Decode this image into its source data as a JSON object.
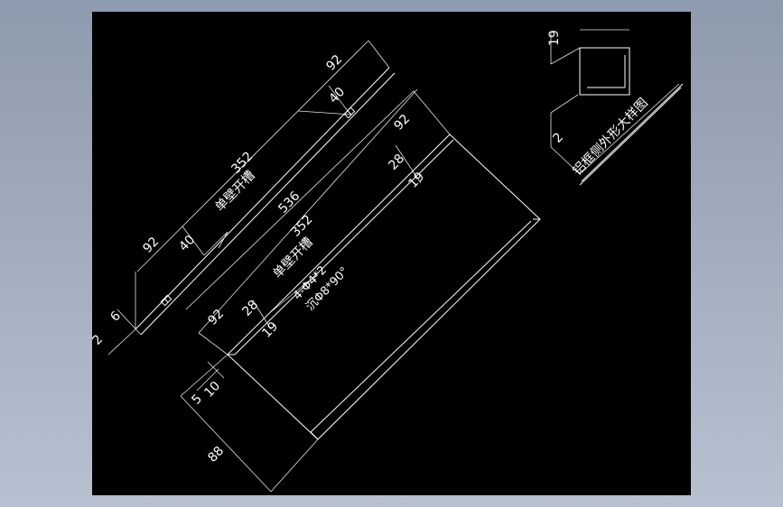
{
  "colors": {
    "background": "#9aa6b8",
    "canvas": "#000000",
    "lines": "#ffffff"
  },
  "dimensions": {
    "top_right_92": "92",
    "top_40_a": "40",
    "top_352": "352",
    "top_label": "单壁开槽",
    "top_92_left": "92",
    "top_40_b": "40",
    "left_6": "6",
    "left_2": "2",
    "mid_92_right": "92",
    "mid_536": "536",
    "mid_352": "352",
    "mid_label": "单壁开槽",
    "mid_28_right": "28",
    "mid_19_right": "19",
    "mid_92_left": "92",
    "mid_28_left": "28",
    "mid_19_left": "19",
    "hole_note_1": "4-Φ4*2",
    "hole_note_2": "沉Φ8*90°",
    "bottom_5": "5",
    "bottom_10": "10",
    "bottom_88": "88"
  },
  "detail": {
    "dim_19": "19",
    "dim_2": "2",
    "title": "铝框侧外形大样图"
  }
}
